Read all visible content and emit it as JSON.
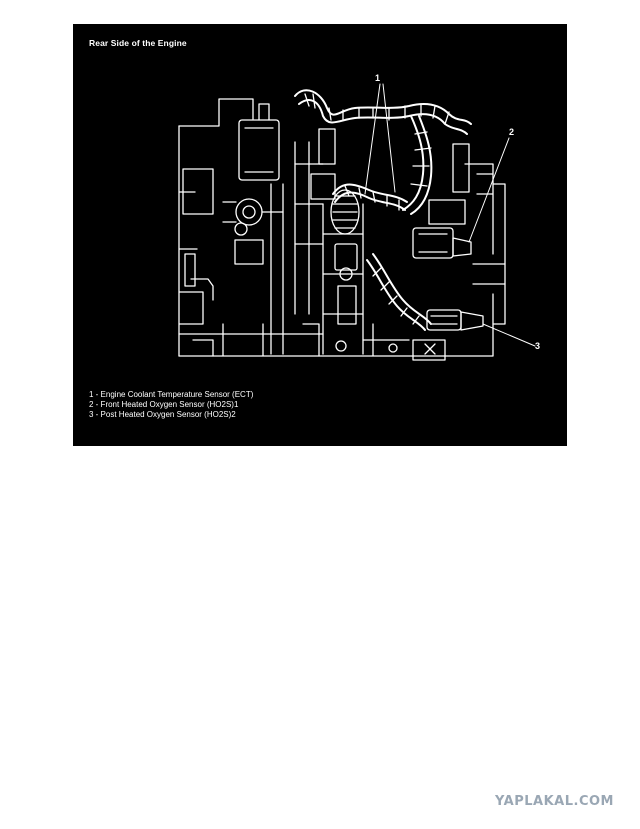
{
  "figure": {
    "title": "Rear Side of the Engine",
    "callouts": [
      "1",
      "2",
      "3"
    ],
    "legend": [
      "1 - Engine Coolant Temperature Sensor (ECT)",
      "2 - Front Heated Oxygen Sensor (HO2S)1",
      "3 - Post Heated Oxygen Sensor (HO2S)2"
    ]
  },
  "watermark": {
    "text": "YAPLAKAL.COM"
  },
  "colors": {
    "panel_background": "#000000",
    "line_art": "#ffffff",
    "watermark": "#9aa7b4",
    "page_background": "#ffffff"
  }
}
